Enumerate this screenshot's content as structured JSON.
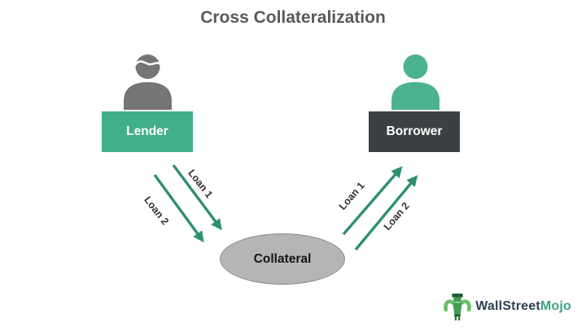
{
  "title": "Cross Collateralization",
  "nodes": {
    "lender": {
      "label": "Lender",
      "color": "#41ae8c"
    },
    "borrower": {
      "label": "Borrower",
      "color": "#3d4043"
    },
    "collateral": {
      "label": "Collateral",
      "color": "#b5b5b5"
    }
  },
  "edges": [
    {
      "label": "Loan 1",
      "from": "Lender",
      "to": "Collateral"
    },
    {
      "label": "Loan 2",
      "from": "Lender",
      "to": "Collateral"
    },
    {
      "label": "Loan 1",
      "from": "Collateral",
      "to": "Borrower"
    },
    {
      "label": "Loan 2",
      "from": "Collateral",
      "to": "Borrower"
    }
  ],
  "colors": {
    "title_text": "#595959",
    "arrow": "#2f8f73",
    "lender_icon": "#757575",
    "borrower_icon": "#4bb392",
    "ellipse_border": "#8a8a8a",
    "edge_label_text": "#333333",
    "logo_dark_text": "#2f3e55",
    "logo_teal_text": "#3aa184"
  },
  "logo": {
    "text_primary": "WallStreet",
    "text_secondary": "Mojo"
  }
}
